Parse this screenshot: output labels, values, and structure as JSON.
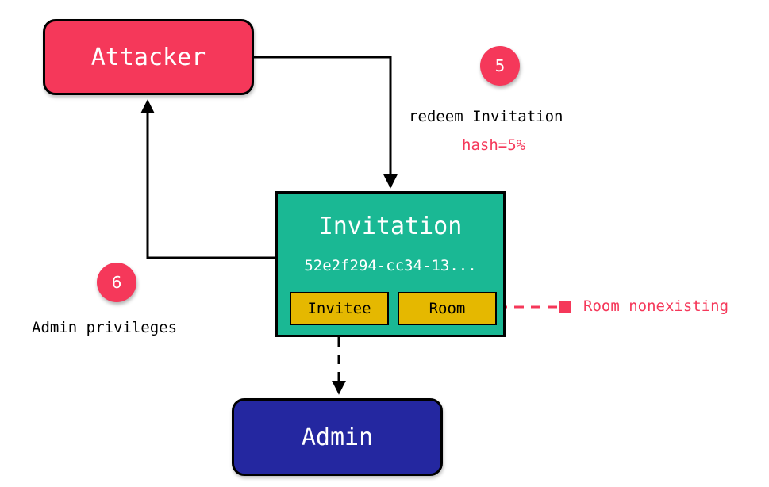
{
  "colors": {
    "attacker": "#f5385a",
    "admin": "#2427a0",
    "invitation": "#1ab894",
    "field": "#e5b800",
    "accent": "#f5385a",
    "edge": "#000000"
  },
  "nodes": {
    "attacker": {
      "label": "Attacker"
    },
    "invitation": {
      "title": "Invitation",
      "id": "52e2f294-cc34-13..."
    },
    "invitee": {
      "label": "Invitee"
    },
    "room": {
      "label": "Room"
    },
    "admin": {
      "label": "Admin"
    }
  },
  "steps": [
    {
      "number": "5",
      "label": "redeem Invitation",
      "detail": "hash=5%"
    },
    {
      "number": "6",
      "label": "Admin privileges"
    }
  ],
  "annotations": {
    "room_note": "Room nonexisting"
  },
  "edges": [
    {
      "from": "attacker",
      "to": "invitation",
      "style": "solid",
      "label": "redeem Invitation"
    },
    {
      "from": "invitation",
      "to": "attacker",
      "style": "solid",
      "label": "Admin privileges"
    },
    {
      "from": "invitation",
      "to": "admin",
      "style": "dashed"
    },
    {
      "from": "room",
      "to": "room_note",
      "style": "dashed"
    }
  ]
}
